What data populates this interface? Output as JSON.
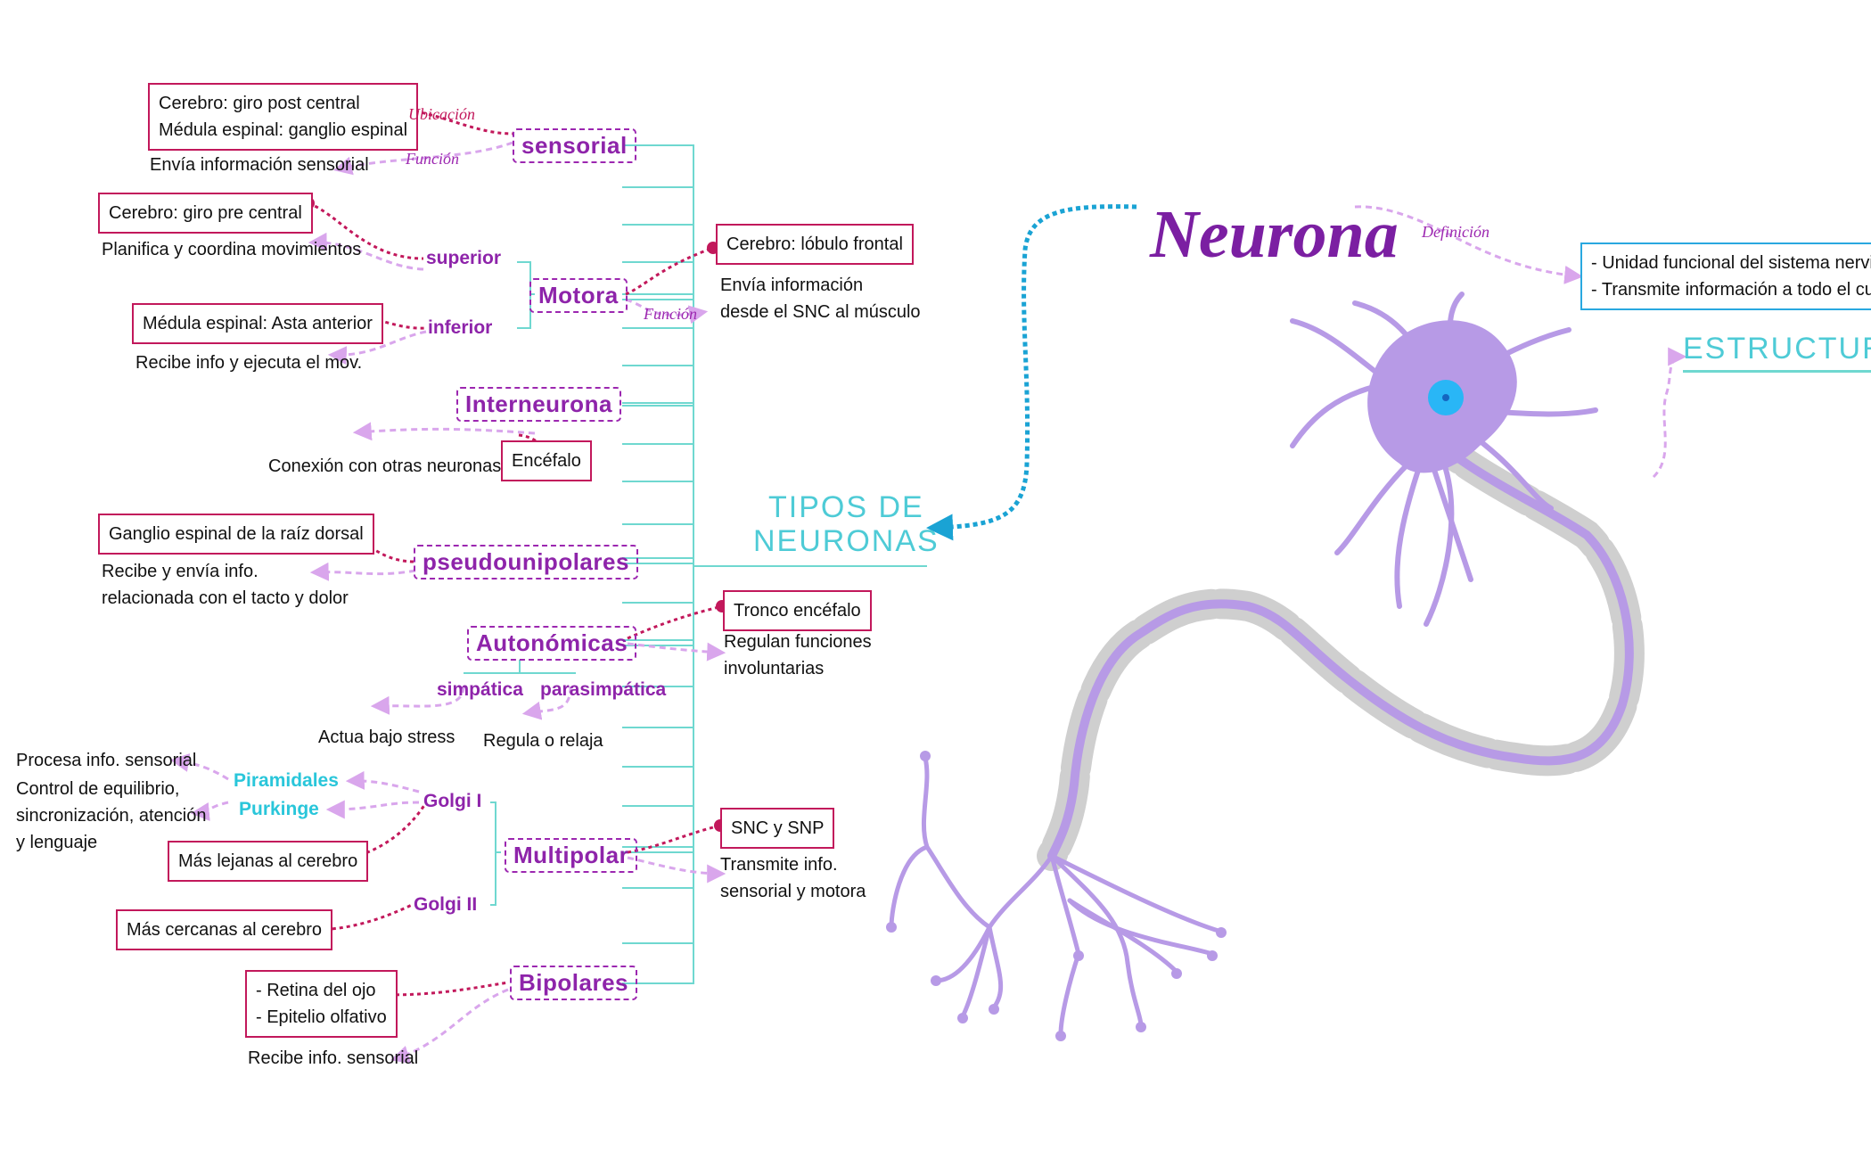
{
  "title": "Neurona",
  "definition": {
    "edge_label": "Definición",
    "lines": [
      "- Unidad funcional del sistema nervioso",
      "- Transmite información a todo el cuerpo"
    ]
  },
  "structure_label": "ESTRUCTURA",
  "center": {
    "line1": "TIPOS DE",
    "line2": "NEURONAS"
  },
  "types": {
    "sensorial": {
      "label": "sensorial",
      "ubicacion_label": "Ubicación",
      "funcion_label": "Función",
      "location_lines": [
        "Cerebro: giro post central",
        "Médula espinal: ganglio espinal"
      ],
      "function": "Envía información sensorial"
    },
    "motora": {
      "label": "Motora",
      "location": "Cerebro: lóbulo frontal",
      "funcion_label": "Función",
      "function_lines": [
        "Envía información",
        "desde el SNC al músculo"
      ],
      "superior": {
        "label": "superior",
        "location": "Cerebro: giro pre central",
        "function": "Planifica y coordina movimientos"
      },
      "inferior": {
        "label": "inferior",
        "location": "Médula espinal: Asta anterior",
        "function": "Recibe info y ejecuta el mov."
      }
    },
    "interneurona": {
      "label": "Interneurona",
      "location": "Encéfalo",
      "function": "Conexión con otras neuronas"
    },
    "pseudounipolares": {
      "label": "pseudounipolares",
      "location": "Ganglio espinal de la raíz dorsal",
      "function_lines": [
        "Recibe y envía info.",
        "relacionada con el tacto y dolor"
      ]
    },
    "autonomicas": {
      "label": "Autonómicas",
      "location": "Tronco encéfalo",
      "function_lines": [
        "Regulan funciones",
        "involuntarias"
      ],
      "simpatica": {
        "label": "simpática",
        "function": "Actua bajo stress"
      },
      "parasimpatica": {
        "label": "parasimpática",
        "function": "Regula o relaja"
      }
    },
    "multipolar": {
      "label": "Multipolar",
      "location": "SNC y SNP",
      "function_lines": [
        "Transmite info.",
        "sensorial y motora"
      ],
      "golgi1": {
        "label": "Golgi I",
        "location": "Más lejanas al cerebro",
        "piramidales": {
          "label": "Piramidales",
          "function": "Procesa info. sensorial"
        },
        "purkinge": {
          "label": "Purkinge",
          "function_lines": [
            "Control de equilibrio,",
            "sincronización, atención",
            "y lenguaje"
          ]
        }
      },
      "golgi2": {
        "label": "Golgi II",
        "location": "Más cercanas al cerebro"
      }
    },
    "bipolares": {
      "label": "Bipolares",
      "location_lines": [
        "- Retina del ojo",
        "- Epitelio olfativo"
      ],
      "function": "Recibe info. sensorial"
    }
  },
  "colors": {
    "spine": "#6fd8d0",
    "location_link": "#c2185b",
    "function_link": "#d9a6ec",
    "type_text": "#8e24aa",
    "accent_cyan": "#29c6da",
    "neuron": "#b79ae6",
    "myelin": "#cccccc",
    "nucleus": "#29b6f6"
  }
}
